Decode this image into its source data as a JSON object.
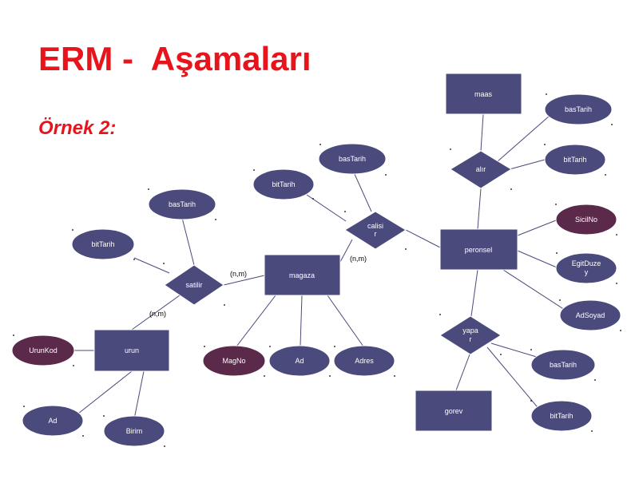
{
  "title": "ERM -  Aşamaları",
  "subtitle": "Örnek 2:",
  "colors": {
    "entity_fill": "#4a4a7c",
    "attribute_fill": "#4a4a7c",
    "key_attribute_fill": "#5b2a4a",
    "outline": "#ffffff",
    "line": "#4a4a7c",
    "label_text": "#ffffff",
    "cardinality_text": "#000000",
    "title_color": "#e8141c"
  },
  "entities": {
    "urun": "urun",
    "magaza": "magaza",
    "peronsel": "peronsel",
    "maas": "maas",
    "gorev": "gorev"
  },
  "relationships": {
    "satilir": "satilir",
    "calisir": [
      "calisi",
      "r"
    ],
    "alir": "alır",
    "yapar": [
      "yapa",
      "r"
    ]
  },
  "attributes": {
    "urun_kod": "UrunKod",
    "urun_ad": "Ad",
    "urun_birim": "Birim",
    "satilir_bastarih": "basTarih",
    "satilir_bittarih": "bitTarih",
    "magaza_magno": "MagNo",
    "magaza_ad": "Ad",
    "magaza_adres": "Adres",
    "calisir_bastarih": "basTarih",
    "calisir_bittarih": "bitTarih",
    "alir_bastarih": "basTarih",
    "alir_bittarih": "bitTarih",
    "peronsel_sicilno": "SicilNo",
    "peronsel_egitim": [
      "EgitDuze",
      "y"
    ],
    "peronsel_adsoyad": "AdSoyad",
    "yapar_bastarih": "basTarih",
    "yapar_bittarih": "bitTarih"
  },
  "cardinalities": {
    "urun_satilir": "(n,m)",
    "satilir_magaza": "(n,m)",
    "magaza_calisir": "(n,m)"
  }
}
